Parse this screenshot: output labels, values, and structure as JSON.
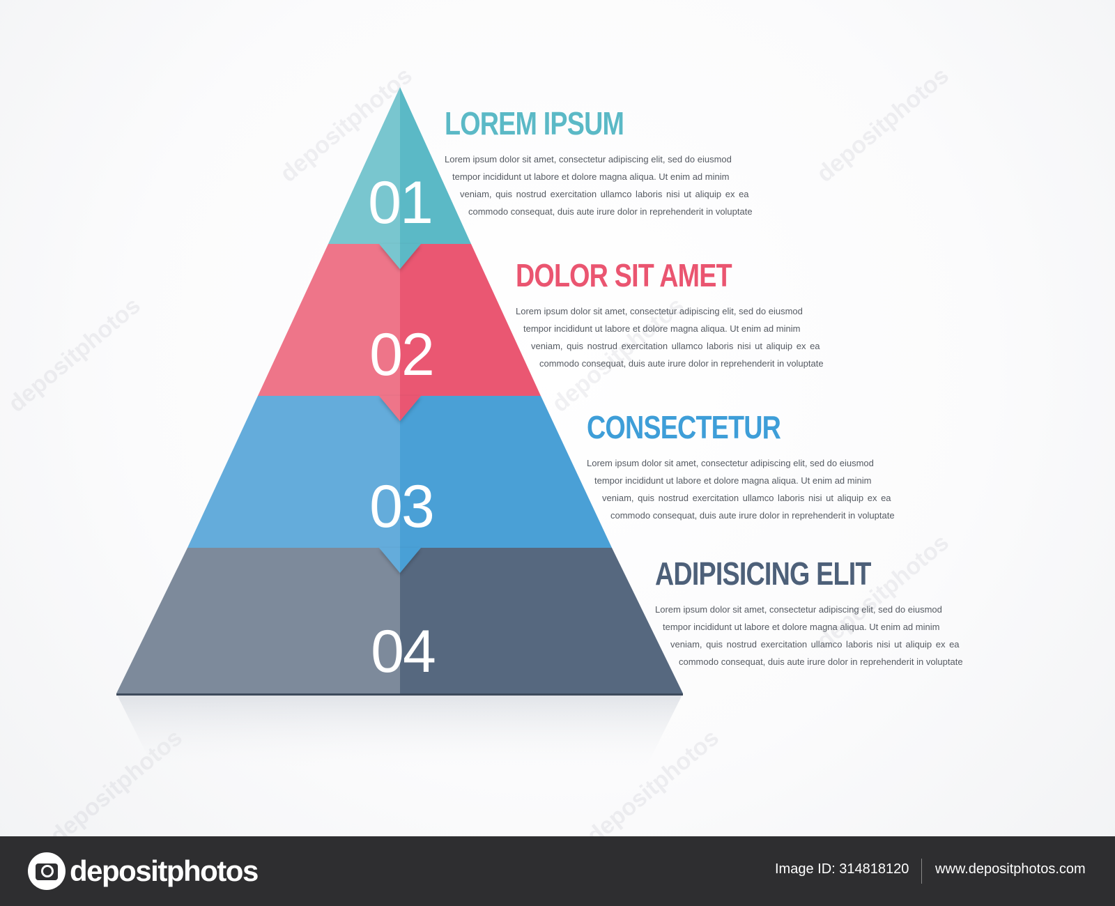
{
  "colors": {
    "teal": "#5fbac8",
    "pink": "#ef5d79",
    "blue": "#4aa3d9",
    "slate": "#56687f"
  },
  "levels": [
    {
      "number": "01",
      "title": "LOREM IPSUM",
      "color": "#5bb9c6",
      "lines": [
        "Lorem ipsum dolor sit amet, consectetur adipiscing elit, sed do eiusmod",
        "tempor incididunt ut labore et dolore magna aliqua. Ut enim ad minim",
        "veniam, quis nostrud exercitation ullamco laboris nisi ut aliquip ex ea",
        "commodo consequat, duis aute irure dolor in reprehenderit in voluptate"
      ]
    },
    {
      "number": "02",
      "title": "DOLOR SIT AMET",
      "color": "#ea5570",
      "lines": [
        "Lorem ipsum dolor sit amet, consectetur adipiscing elit, sed do eiusmod",
        "tempor incididunt ut labore et dolore magna aliqua. Ut enim ad minim",
        "veniam, quis nostrud exercitation ullamco laboris nisi ut aliquip ex ea",
        "commodo consequat, duis aute irure dolor in reprehenderit in voluptate"
      ]
    },
    {
      "number": "03",
      "title": "CONSECTETUR",
      "color": "#3e9ed8",
      "lines": [
        "Lorem ipsum dolor sit amet, consectetur adipiscing elit, sed do eiusmod",
        "tempor incididunt ut labore et dolore magna aliqua. Ut enim ad minim",
        "veniam, quis nostrud exercitation ullamco laboris nisi ut aliquip ex ea",
        "commodo consequat, duis aute irure dolor in reprehenderit in voluptate"
      ]
    },
    {
      "number": "04",
      "title": "ADIPISICING ELIT",
      "color": "#4d6079",
      "lines": [
        "Lorem ipsum dolor sit amet, consectetur adipiscing elit, sed do eiusmod",
        "tempor incididunt ut labore et dolore magna aliqua. Ut enim ad minim",
        "veniam, quis nostrud exercitation ullamco laboris nisi ut aliquip ex ea",
        "commodo consequat, duis aute irure dolor in reprehenderit in voluptate"
      ]
    }
  ],
  "watermark_text": "depositphotos",
  "footer": {
    "logo_text": "depositphotos",
    "image_id": "Image ID: 314818120",
    "site_url": "www.depositphotos.com"
  }
}
